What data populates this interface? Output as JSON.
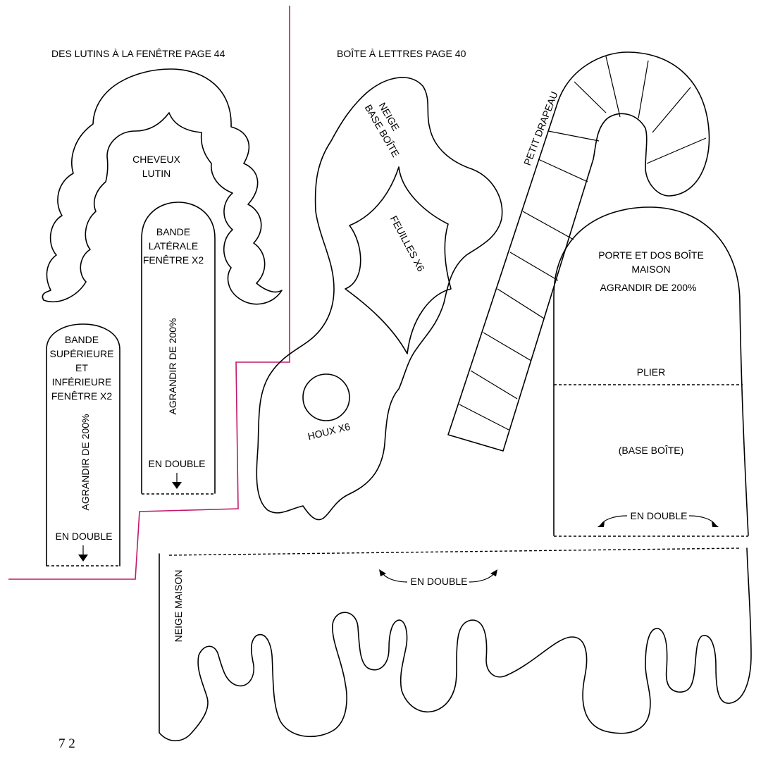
{
  "headers": {
    "left": "DES LUTINS À LA FENÊTRE PAGE 44",
    "right": "BOÎTE À LETTRES PAGE 40"
  },
  "page_number": "7 2",
  "colors": {
    "cut_line": "#c2186b",
    "outline": "#000000"
  },
  "pieces": {
    "cheveux": {
      "line1": "CHEVEUX",
      "line2": "LUTIN"
    },
    "bande_laterale": {
      "line1": "BANDE",
      "line2": "LATÉRALE",
      "line3": "FENÊTRE X2",
      "scale": "AGRANDIR DE 200%",
      "fold": "EN DOUBLE"
    },
    "bande_superieure": {
      "line1": "BANDE",
      "line2": "SUPÉRIEURE",
      "line3": "ET",
      "line4": "INFÉRIEURE",
      "line5": "FENÊTRE X2",
      "scale": "AGRANDIR DE 200%",
      "fold": "EN DOUBLE"
    },
    "neige_base": {
      "line1": "NEIGE",
      "line2": "BASE BOÎTE"
    },
    "feuilles": {
      "label": "FEUILLES X6"
    },
    "houx": {
      "label": "HOUX X6"
    },
    "petit_drapeau": {
      "label": "PETIT DRAPEAU"
    },
    "porte": {
      "line1": "PORTE ET DOS BOÎTE",
      "line2": "MAISON",
      "scale": "AGRANDIR DE 200%",
      "fold_line": "PLIER",
      "base": "(BASE BOÎTE)",
      "fold": "EN DOUBLE"
    },
    "neige_maison": {
      "label": "NEIGE MAISON",
      "fold": "EN DOUBLE"
    }
  }
}
